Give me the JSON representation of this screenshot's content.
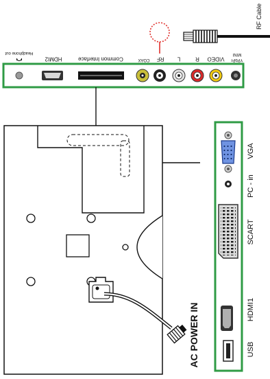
{
  "diagram": {
    "rf_cable_label": "RF Cable",
    "top_panel": {
      "headphone_out": "Headphone out",
      "hdmi2": "HDMI2",
      "common_interface": "Common Interface",
      "coax": "COAX",
      "rf": "RF",
      "l": "L",
      "r": "R",
      "video": "VIDEO",
      "mini": "MINI",
      "ypbpr": "YPbPr"
    },
    "side_panel": {
      "vga": "VGA",
      "pc_in": "PC - in",
      "scart": "SCART",
      "hdmi1": "HDMI1",
      "usb": "USB"
    },
    "ac_power_in": "AC POWER IN"
  },
  "colors": {
    "panel_border": "#2f9b45",
    "highlight": "#e0302c",
    "coax_jack": "#c9bf3a",
    "l_jack": "#e3e3e3",
    "r_jack": "#dd2a2a",
    "video_jack": "#f2cb10",
    "vga_port": "#6f93e2"
  }
}
